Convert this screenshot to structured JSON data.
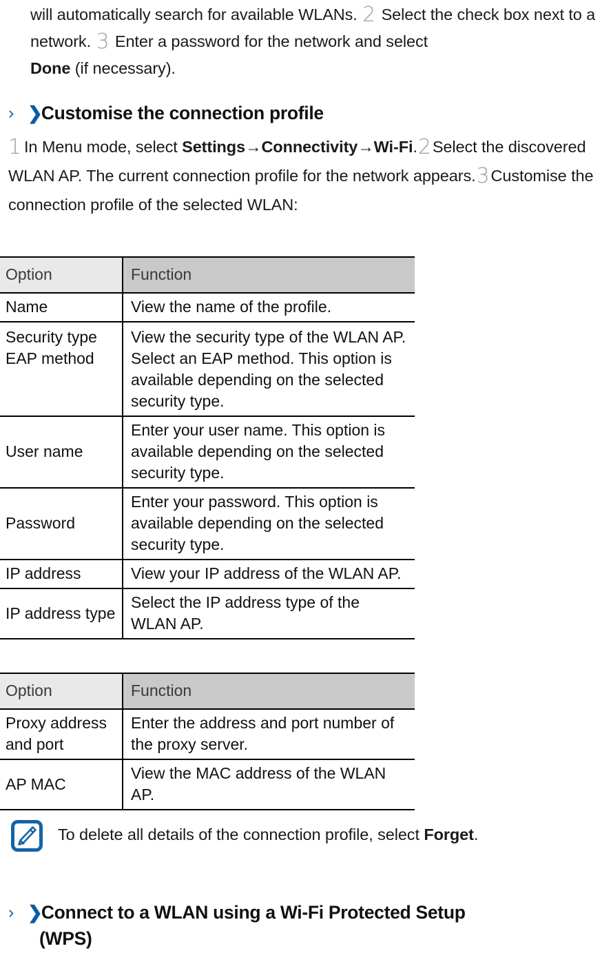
{
  "document": {
    "type": "user-manual-page",
    "accent_color": "#0e5ba6",
    "step_number_color": "#9d9d9d"
  },
  "intro_paragraph": {
    "line1_pre": "will automatically search for available WLANs.",
    "step2": "2",
    "line1_post": "Select the check box",
    "line2_pre": "next to a network.",
    "step3": "3",
    "line2_post": "Enter a password for the network and select",
    "line3_bold": "Done",
    "line3_rest": "(if necessary)."
  },
  "sections": [
    {
      "id": "customise-connection-profile",
      "chevron_thin": "›",
      "chevron_bold": "❯",
      "title": "Customise the connection profile"
    },
    {
      "id": "connect-wlan-wps",
      "chevron_thin": "›",
      "chevron_bold": "❯",
      "title_line1": "Connect to a WLAN using a Wi-Fi Protected Setup",
      "title_line2": "(WPS)"
    }
  ],
  "section_paragraph": {
    "step1": "1",
    "t1": "In Menu mode, select",
    "b1": "Settings",
    "arrow1": "→",
    "b2": "Connectivity",
    "arrow2": "→",
    "b3": "Wi-Fi",
    "t2": ".",
    "step2": "2",
    "t3": "Select the discovered WLAN AP. The current connection profile for the network appears.",
    "step3": "3",
    "t4": "Customise the connection profile of the selected WLAN:"
  },
  "tables": [
    {
      "id": "table-1",
      "headers": {
        "option": "Option",
        "function": "Function"
      },
      "rows": [
        {
          "option": "Name",
          "function": "View the name of the profile.",
          "align": "middle"
        },
        {
          "option": "Security type EAP method",
          "function": "View the security type of the WLAN AP. Select an EAP method. This option is available depending on the selected security type.",
          "align": "top"
        },
        {
          "option": "User name",
          "function": "Enter your user name. This option is available depending on the selected security type.",
          "align": "middle"
        },
        {
          "option": "Password",
          "function": "Enter your password. This option is available depending on the selected security type.",
          "align": "middle"
        },
        {
          "option": "IP address",
          "function": "View your IP address of the WLAN AP.",
          "align": "middle"
        },
        {
          "option": "IP address type",
          "function": "Select the IP address type of the WLAN AP.",
          "align": "middle"
        }
      ]
    },
    {
      "id": "table-2",
      "headers": {
        "option": "Option",
        "function": "Function"
      },
      "rows": [
        {
          "option": "Proxy address and port",
          "function": "Enter the address and port number of the proxy server.",
          "align": "middle"
        },
        {
          "option": "AP MAC",
          "function": "View the MAC address of the WLAN AP.",
          "align": "middle"
        }
      ]
    }
  ],
  "note": {
    "icon": "note-pencil-icon",
    "text_pre": "To delete all details of the connection profile, select",
    "bold": "Forget",
    "text_post": "."
  }
}
